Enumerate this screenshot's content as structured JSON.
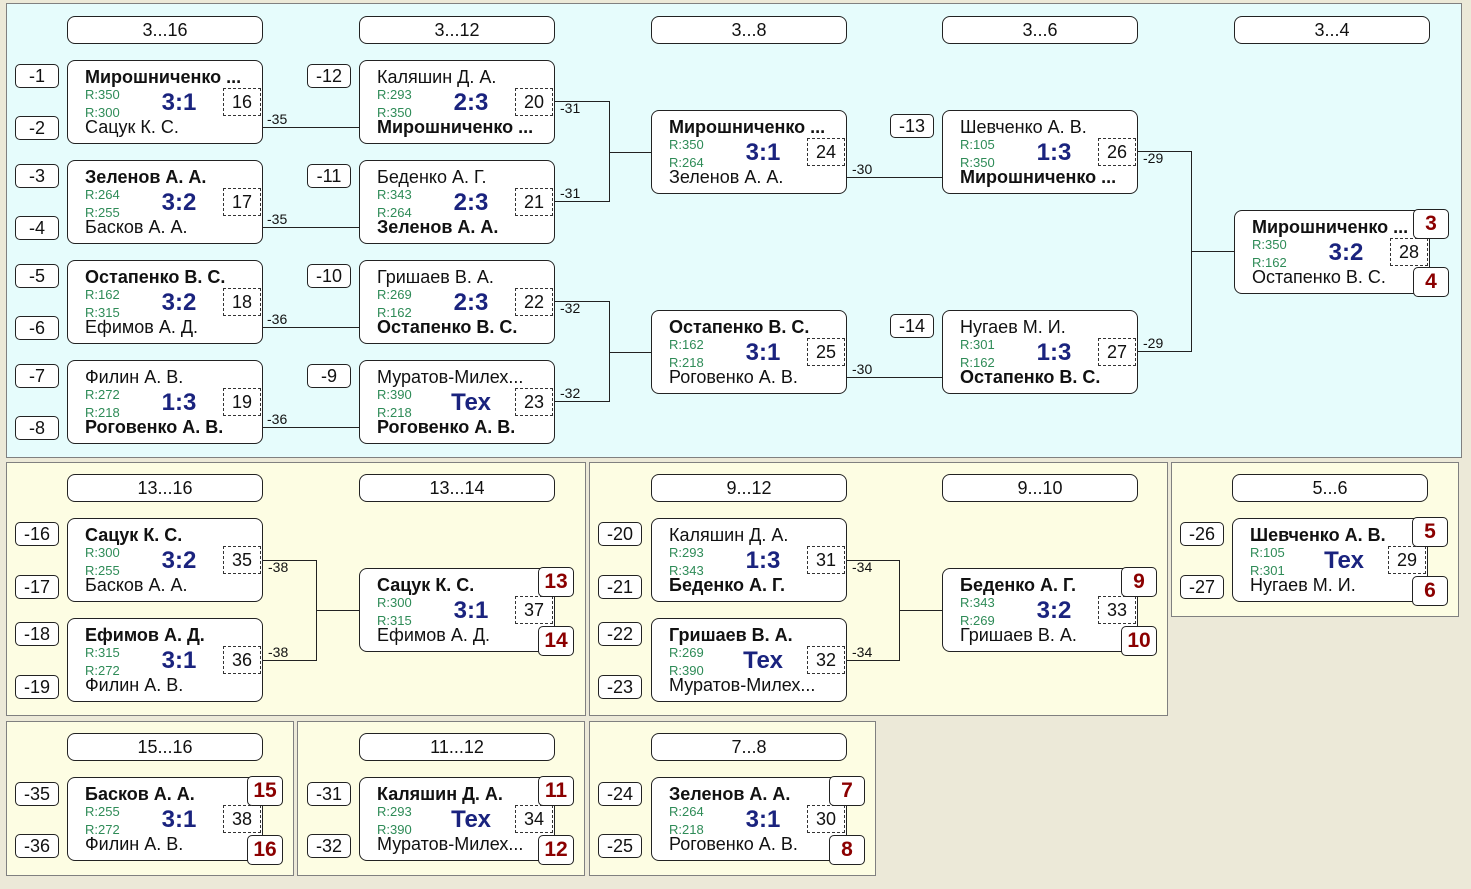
{
  "main": {
    "headers": [
      "3...16",
      "3...12",
      "3...8",
      "3...6",
      "3...4"
    ],
    "seeds": [
      "-1",
      "-2",
      "-3",
      "-4",
      "-5",
      "-6",
      "-7",
      "-8",
      "-12",
      "-11",
      "-10",
      "-9",
      "-13",
      "-14"
    ],
    "labels": [
      "-35",
      "-35",
      "-36",
      "-36",
      "-31",
      "-31",
      "-32",
      "-32",
      "-30",
      "-30",
      "-29",
      "-29"
    ],
    "places": [
      "3",
      "4"
    ],
    "matches": [
      {
        "p1": "Мирошниченко ...",
        "r1": "R:350",
        "p2": "Сацук К. С.",
        "r2": "R:300",
        "score": "3:1",
        "id": "16"
      },
      {
        "p1": "Зеленов А. А.",
        "r1": "R:264",
        "p2": "Басков А. А.",
        "r2": "R:255",
        "score": "3:2",
        "id": "17"
      },
      {
        "p1": "Остапенко В. С.",
        "r1": "R:162",
        "p2": "Ефимов А. Д.",
        "r2": "R:315",
        "score": "3:2",
        "id": "18"
      },
      {
        "p1": "Филин А. В.",
        "r1": "R:272",
        "p2": "Роговенко А. В.",
        "r2": "R:218",
        "score": "1:3",
        "id": "19"
      },
      {
        "p1": "Каляшин Д. А.",
        "r1": "R:293",
        "p2": "Мирошниченко ...",
        "r2": "R:350",
        "score": "2:3",
        "id": "20"
      },
      {
        "p1": "Беденко А. Г.",
        "r1": "R:343",
        "p2": "Зеленов А. А.",
        "r2": "R:264",
        "score": "2:3",
        "id": "21"
      },
      {
        "p1": "Гришаев В. А.",
        "r1": "R:269",
        "p2": "Остапенко В. С.",
        "r2": "R:162",
        "score": "2:3",
        "id": "22"
      },
      {
        "p1": "Муратов-Милех...",
        "r1": "R:390",
        "p2": "Роговенко А. В.",
        "r2": "R:218",
        "score": "Тех",
        "id": "23"
      },
      {
        "p1": "Мирошниченко ...",
        "r1": "R:350",
        "p2": "Зеленов А. А.",
        "r2": "R:264",
        "score": "3:1",
        "id": "24"
      },
      {
        "p1": "Остапенко В. С.",
        "r1": "R:162",
        "p2": "Роговенко А. В.",
        "r2": "R:218",
        "score": "3:1",
        "id": "25"
      },
      {
        "p1": "Шевченко А. В.",
        "r1": "R:105",
        "p2": "Мирошниченко ...",
        "r2": "R:350",
        "score": "1:3",
        "id": "26"
      },
      {
        "p1": "Нугаев М. И.",
        "r1": "R:301",
        "p2": "Остапенко В. С.",
        "r2": "R:162",
        "score": "1:3",
        "id": "27"
      },
      {
        "p1": "Мирошниченко ...",
        "r1": "R:350",
        "p2": "Остапенко В. С.",
        "r2": "R:162",
        "score": "3:2",
        "id": "28"
      }
    ]
  },
  "p1316": {
    "headers": [
      "13...16",
      "13...14"
    ],
    "seeds": [
      "-16",
      "-17",
      "-18",
      "-19"
    ],
    "labels": [
      "-38",
      "-38"
    ],
    "places": [
      "13",
      "14"
    ],
    "matches": [
      {
        "p1": "Сацук К. С.",
        "r1": "R:300",
        "p2": "Басков А. А.",
        "r2": "R:255",
        "score": "3:2",
        "id": "35"
      },
      {
        "p1": "Ефимов А. Д.",
        "r1": "R:315",
        "p2": "Филин А. В.",
        "r2": "R:272",
        "score": "3:1",
        "id": "36"
      },
      {
        "p1": "Сацук К. С.",
        "r1": "R:300",
        "p2": "Ефимов А. Д.",
        "r2": "R:315",
        "score": "3:1",
        "id": "37"
      }
    ]
  },
  "p912": {
    "headers": [
      "9...12",
      "9...10"
    ],
    "seeds": [
      "-20",
      "-21",
      "-22",
      "-23"
    ],
    "labels": [
      "-34",
      "-34"
    ],
    "places": [
      "9",
      "10"
    ],
    "matches": [
      {
        "p1": "Каляшин Д. А.",
        "r1": "R:293",
        "p2": "Беденко А. Г.",
        "r2": "R:343",
        "score": "1:3",
        "id": "31"
      },
      {
        "p1": "Гришаев В. А.",
        "r1": "R:269",
        "p2": "Муратов-Милех...",
        "r2": "R:390",
        "score": "Тех",
        "id": "32"
      },
      {
        "p1": "Беденко А. Г.",
        "r1": "R:343",
        "p2": "Гришаев В. А.",
        "r2": "R:269",
        "score": "3:2",
        "id": "33"
      }
    ]
  },
  "p56": {
    "headers": [
      "5...6"
    ],
    "seeds": [
      "-26",
      "-27"
    ],
    "places": [
      "5",
      "6"
    ],
    "matches": [
      {
        "p1": "Шевченко А. В.",
        "r1": "R:105",
        "p2": "Нугаев М. И.",
        "r2": "R:301",
        "score": "Тех",
        "id": "29"
      }
    ]
  },
  "p1516": {
    "headers": [
      "15...16"
    ],
    "seeds": [
      "-35",
      "-36"
    ],
    "places": [
      "15",
      "16"
    ],
    "matches": [
      {
        "p1": "Басков А. А.",
        "r1": "R:255",
        "p2": "Филин А. В.",
        "r2": "R:272",
        "score": "3:1",
        "id": "38"
      }
    ]
  },
  "p1112": {
    "headers": [
      "11...12"
    ],
    "seeds": [
      "-31",
      "-32"
    ],
    "places": [
      "11",
      "12"
    ],
    "matches": [
      {
        "p1": "Каляшин Д. А.",
        "r1": "R:293",
        "p2": "Муратов-Милех...",
        "r2": "R:390",
        "score": "Тех",
        "id": "34"
      }
    ]
  },
  "p78": {
    "headers": [
      "7...8"
    ],
    "seeds": [
      "-24",
      "-25"
    ],
    "places": [
      "7",
      "8"
    ],
    "matches": [
      {
        "p1": "Зеленов А. А.",
        "r1": "R:264",
        "p2": "Роговенко А. В.",
        "r2": "R:218",
        "score": "3:1",
        "id": "30"
      }
    ]
  },
  "colors": {
    "main_bg": "#e6fcfc",
    "sub_bg": "#fdfde3",
    "score": "#1a237e",
    "rating": "#2e8b57",
    "place": "#8b0000"
  }
}
